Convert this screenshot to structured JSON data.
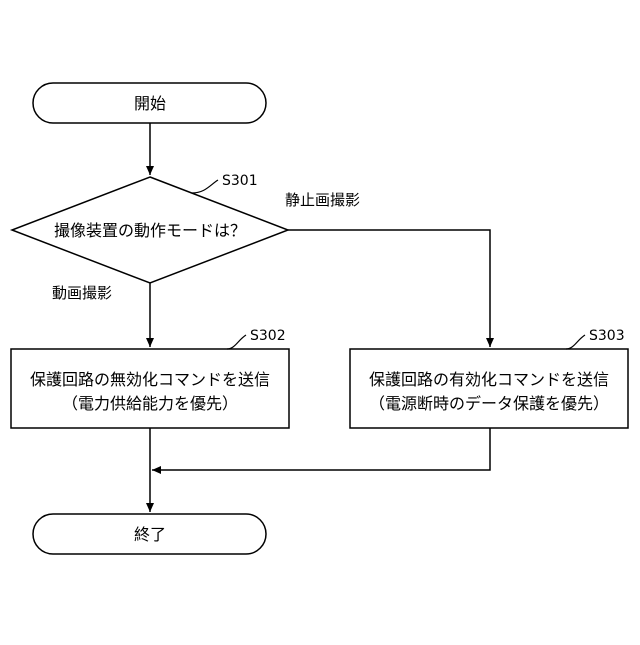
{
  "nodes": {
    "start": {
      "label": "開始"
    },
    "decision": {
      "label": "撮像装置の動作モードは？",
      "step": "S301"
    },
    "process_left": {
      "line1": "保護回路の無効化コマンドを送信",
      "line2": "（電力供給能力を優先）",
      "step": "S302"
    },
    "process_right": {
      "line1": "保護回路の有効化コマンドを送信",
      "line2": "（電源断時のデータ保護を優先）",
      "step": "S303"
    },
    "end": {
      "label": "終了"
    }
  },
  "edges": {
    "still_image": "静止画撮影",
    "video": "動画撮影"
  }
}
